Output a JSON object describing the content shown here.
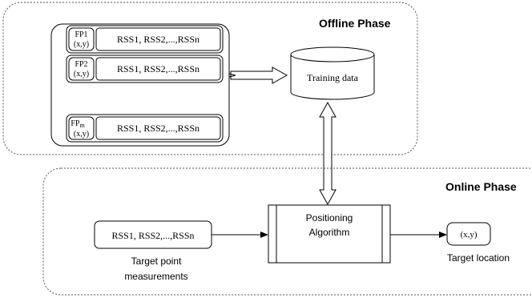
{
  "offline": {
    "title": "Offline Phase",
    "fingerprints": [
      {
        "id_main": "FP1",
        "id_sub": "",
        "coords": "(x,y)",
        "rss": "RSS1, RSS2,...,RSSn"
      },
      {
        "id_main": "FP2",
        "id_sub": "",
        "coords": "(x,y)",
        "rss": "RSS1, RSS2,...,RSSn"
      },
      {
        "id_main": "FP",
        "id_sub": "m",
        "coords": "(x,y)",
        "rss": "RSS1, RSS2,...,RSSn"
      }
    ],
    "database_label": "Training data"
  },
  "online": {
    "title": "Online Phase",
    "measurement_rss": "RSS1, RSS2,...,RSSn",
    "measurement_caption_line1": "Target point",
    "measurement_caption_line2": "measurements",
    "algorithm_line1": "Positioning",
    "algorithm_line2": "Algorithm",
    "output_coords": "(x,y)",
    "output_caption": "Target location"
  }
}
